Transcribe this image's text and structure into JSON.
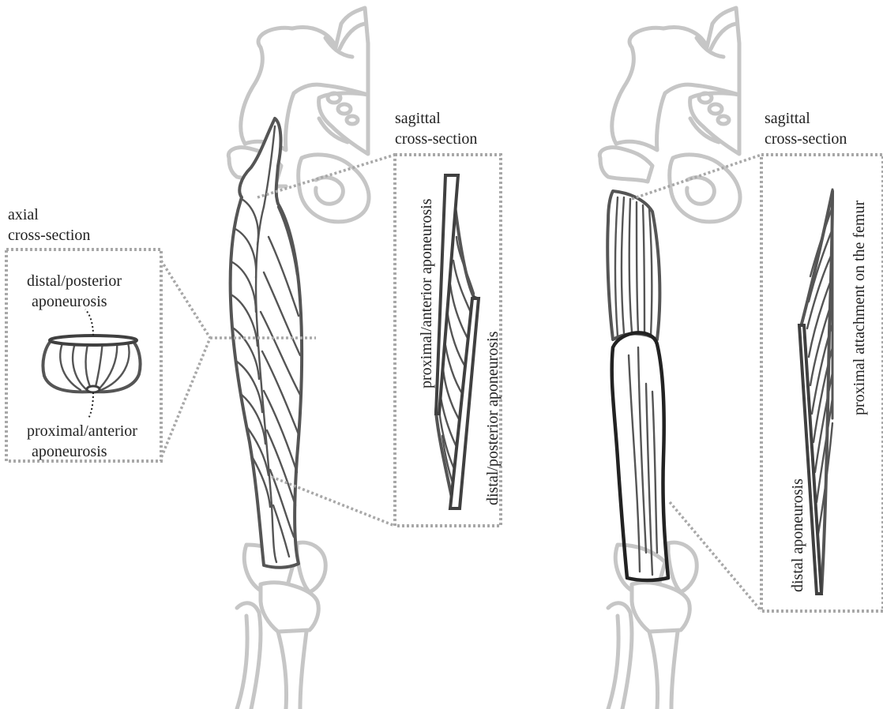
{
  "left_panel": {
    "axial_label": [
      "axial",
      "cross-section"
    ],
    "sagittal_label": [
      "sagittal",
      "cross-section"
    ],
    "axial_top_label": [
      "distal/posterior",
      "aponeurosis"
    ],
    "axial_bottom_label": [
      "proximal/anterior",
      "aponeurosis"
    ],
    "sagittal_apo_proximal": "proximal/anterior aponeurosis",
    "sagittal_apo_distal": "distal/posterior aponeurosis"
  },
  "right_panel": {
    "sagittal_label": [
      "sagittal",
      "cross-section"
    ],
    "proximal_attachment": "proximal attachment on the femur",
    "distal_apo": "distal aponeurosis"
  },
  "colors": {
    "bone": "#c6c6c6",
    "muscle": "#555555",
    "dashed_box": "#a8a8a8",
    "text": "#222222"
  }
}
